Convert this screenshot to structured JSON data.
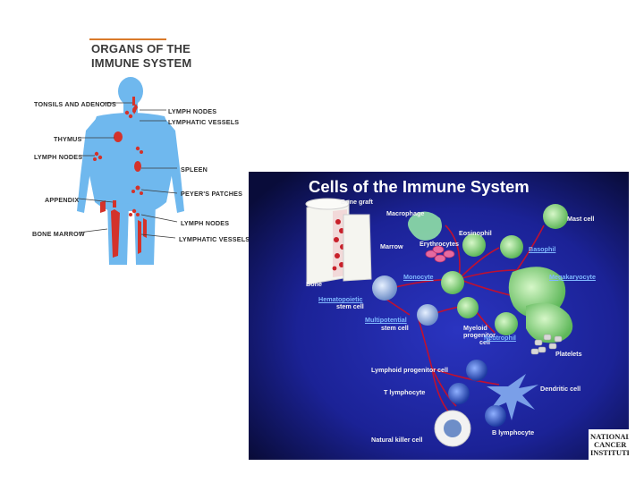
{
  "organs": {
    "title_line1": "ORGANS OF THE",
    "title_line2": "IMMUNE SYSTEM",
    "labels": {
      "tonsils": "TONSILS AND ADENOIDS",
      "lymph_nodes_right_top": "LYMPH NODES",
      "lymphatic_vessels_top": "LYMPHATIC VESSELS",
      "thymus": "THYMUS",
      "lymph_nodes_left": "LYMPH NODES",
      "spleen": "SPLEEN",
      "appendix": "APPENDIX",
      "peyers_patches": "PEYER'S PATCHES",
      "lymph_nodes_right_bottom": "LYMPH NODES",
      "bone_marrow": "BONE MARROW",
      "lymphatic_vessels_bottom": "LYMPHATIC VESSELS"
    },
    "colors": {
      "body": "#6fb8ee",
      "organ": "#d4322a",
      "title_line": "#d97a2b"
    }
  },
  "cells": {
    "title": "Cells of the Immune System",
    "labels": {
      "bone_graft": "Bone graft",
      "macrophage": "Macrophage",
      "eosinophil": "Eosinophil",
      "mast_cell": "Mast cell",
      "erythrocytes": "Erythrocytes",
      "marrow": "Marrow",
      "basophil": "Basophil",
      "bone": "Bone",
      "monocyte": "Monocyte",
      "megakaryocyte": "Megakaryocyte",
      "hematopoietic_1": "Hematopoietic",
      "hematopoietic_2": "stem cell",
      "multipotential_1": "Multipotential",
      "multipotential_2": "stem cell",
      "myeloid_1": "Myeloid",
      "myeloid_2": "progenitor",
      "myeloid_3": "cell",
      "neutrophil": "Neutrophil",
      "platelets": "Platelets",
      "lymphoid_progenitor": "Lymphoid progenitor cell",
      "t_lymphocyte": "T lymphocyte",
      "dendritic_cell": "Dendritic cell",
      "b_lymphocyte": "B lymphocyte",
      "natural_killer": "Natural killer cell"
    },
    "logo_lines": [
      "NATIONAL",
      "CANCER",
      "INSTITUTE"
    ],
    "colors": {
      "background": "#1b1f8e",
      "arrows": "#c01030",
      "title": "#ffffff",
      "link_label": "#7fb8ff"
    }
  }
}
